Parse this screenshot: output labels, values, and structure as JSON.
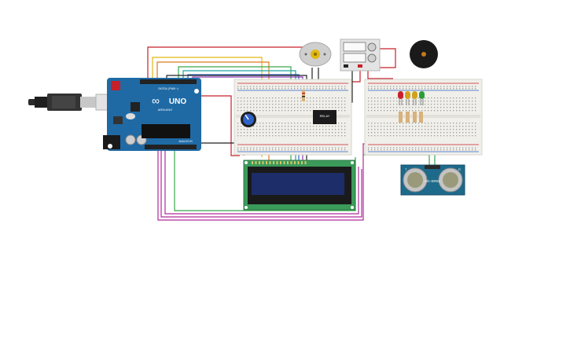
{
  "canvas": {
    "background": "#ffffff"
  },
  "arduino": {
    "brand_label": "UNO",
    "logo_label": "∞",
    "sub_label": "ARDUINO",
    "board_color": "#1f6aa5",
    "silk_digital": "DIGITAL (PWM ~)",
    "silk_analog": "ANALOG IN"
  },
  "lcd": {
    "screen_color": "#1c2d6a",
    "pcb_color": "#3b9b5a"
  },
  "ultrasonic": {
    "model_label": "HC-SR04",
    "sensor_text_left": "T",
    "sensor_text_right": "R",
    "pcb_color": "#1d6a8a"
  },
  "relay": {
    "label": "RELAY"
  },
  "leds": {
    "colors": [
      "#c8202a",
      "#d7a21b",
      "#cfa41c",
      "#2e9b3a"
    ]
  },
  "components": [
    "dc-motor",
    "power-supply",
    "piezo-buzzer",
    "potentiometer",
    "breadboard-left",
    "breadboard-right"
  ],
  "wire_colors": {
    "red": "#c8202a",
    "black": "#222222",
    "yellow": "#e2b714",
    "orange": "#e07a1a",
    "green": "#3aa64a",
    "blue": "#2f63c6",
    "purple": "#8a3bb4",
    "magenta": "#b02a9a",
    "teal": "#1aa3a3",
    "grey": "#8a8a8a"
  }
}
